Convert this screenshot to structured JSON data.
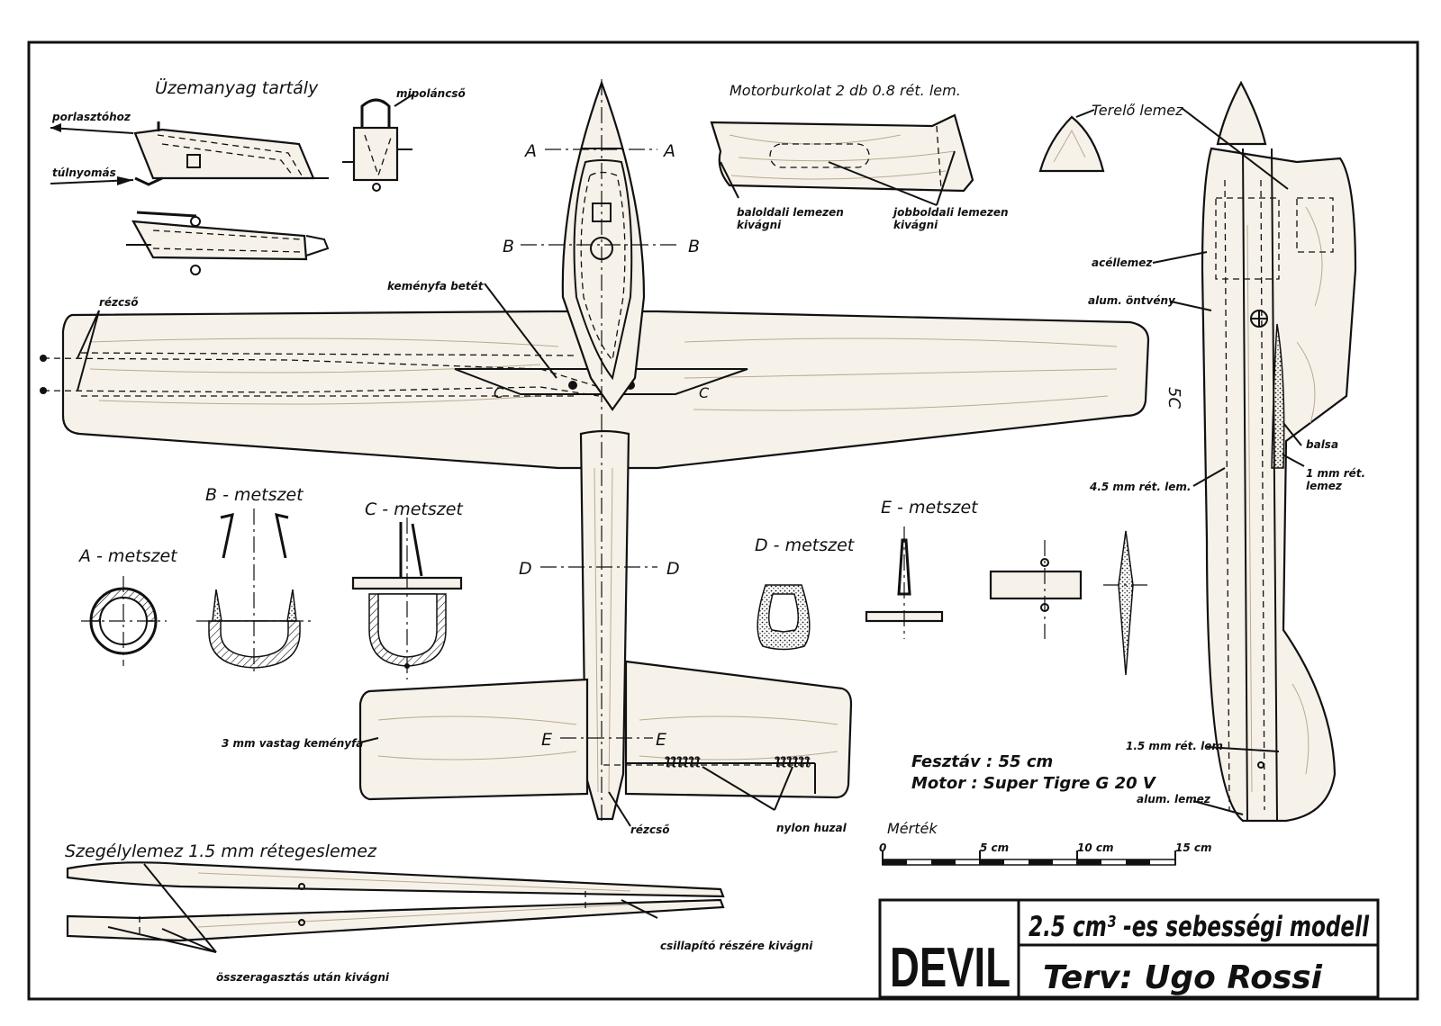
{
  "labels": {
    "fuel_tank": "Üzemanyag tartály",
    "porlaszto": "porlasztóhoz",
    "tulnyomas": "túlnyomás",
    "mipolan": "mipoláncső",
    "cowling": "Motorburkolat  2 db  0.8 rét. lem.",
    "left_cut": "baloldali lemezen\nkivágni",
    "right_cut": "jobboldali lemezen\nkivágni",
    "deflector": "Terelő lemez",
    "kemenyfa_betet": "keményfa betét",
    "rezcso_1": "rézcső",
    "rezcso_2": "rézcső",
    "acellemez": "acéllemez",
    "alum_ontveny": "alum. öntvény",
    "balsa": "balsa",
    "one_mm": "1 mm rét.\nlemez",
    "four_five_mm": "4.5 mm rét. lem.",
    "one_five_mm": "1.5 mm rét. lem",
    "alum_lemez": "alum. lemez",
    "three_mm": "3 mm vastag keményfa",
    "nylon": "nylon huzal",
    "section_a": "A - metszet",
    "section_b": "B - metszet",
    "section_c": "C - metszet",
    "section_d": "D - metszet",
    "section_e": "E - metszet",
    "span": "Fesztáv :  55 cm",
    "engine": "Motor :  Super Tigre G 20 V",
    "scale_title": "Mérték",
    "scale_0": "0",
    "scale_5": "5 cm",
    "scale_10": "10 cm",
    "scale_15": "15 cm",
    "edge_plate": "Szegélylemez    1.5 mm rétegeslemez",
    "damper_cut": "csillapító részére kivágni",
    "cut_after": "összeragasztás után kivágni",
    "cut_A": "A",
    "cut_B": "B",
    "cut_C": "C",
    "cut_D": "D",
    "cut_E": "E",
    "side_note": "5C"
  },
  "title_block": {
    "name": "DEVIL",
    "model": "2.5 cm³ -es sebességi modell",
    "designer": "Terv:  Ugo Rossi"
  }
}
